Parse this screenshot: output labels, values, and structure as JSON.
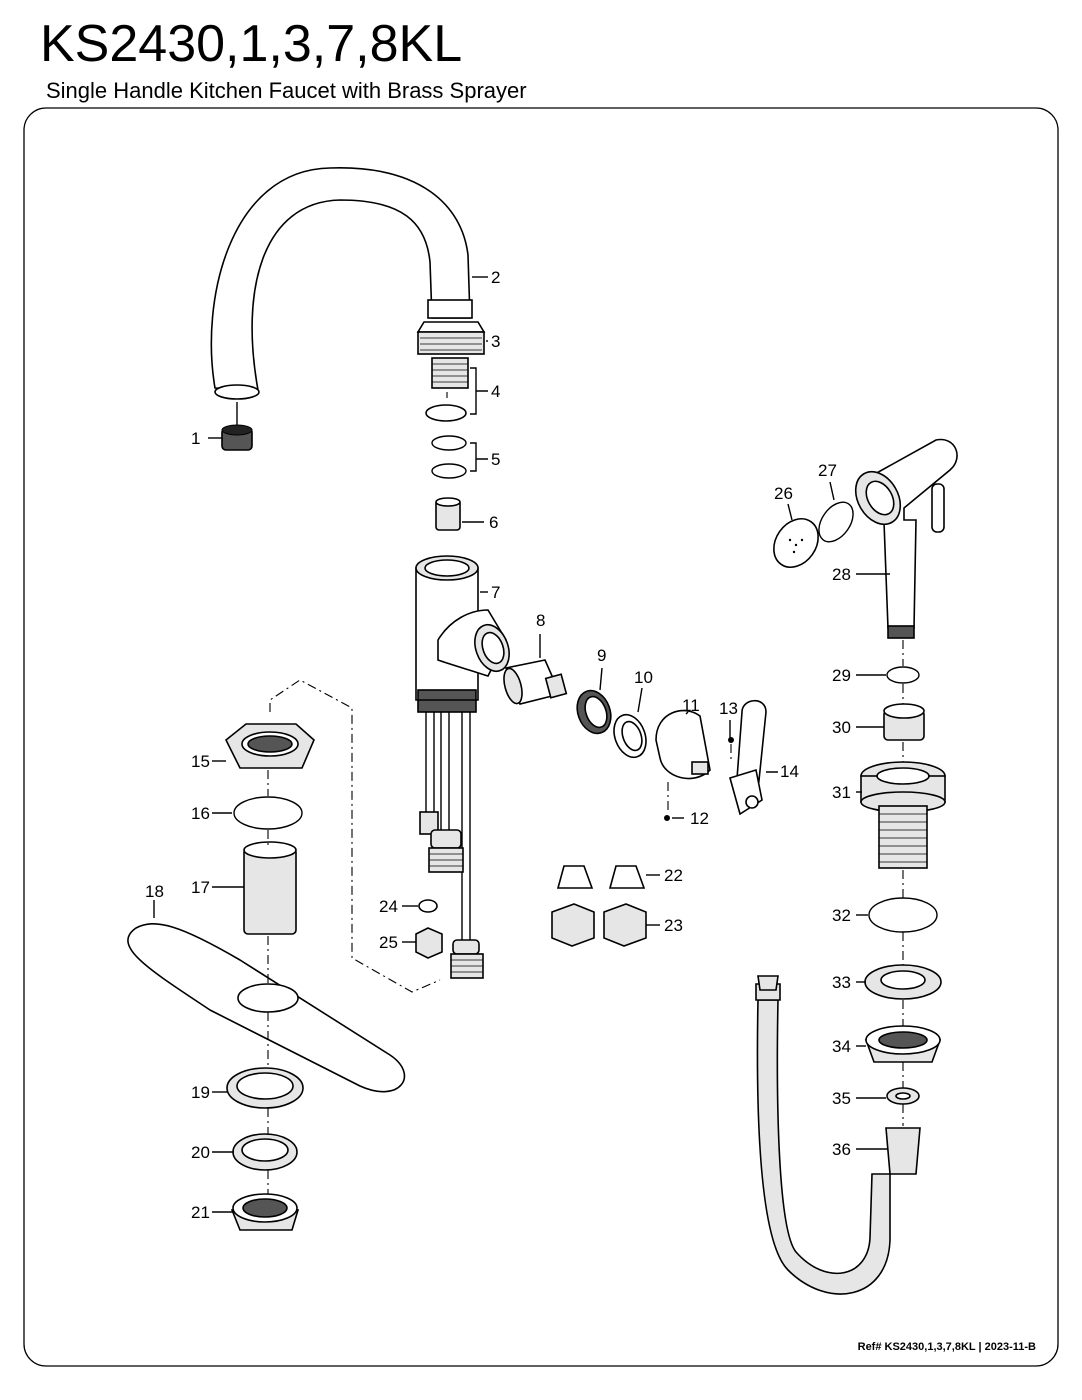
{
  "header": {
    "model": "KS2430,1,3,7,8KL",
    "description": "Single Handle Kitchen Faucet with Brass Sprayer"
  },
  "footer": {
    "reference": "Ref# KS2430,1,3,7,8KL | 2023-11-B"
  },
  "part_labels": {
    "p1": "1",
    "p2": "2",
    "p3": "3",
    "p4": "4",
    "p5": "5",
    "p6": "6",
    "p7": "7",
    "p8": "8",
    "p9": "9",
    "p10": "10",
    "p11": "11",
    "p12": "12",
    "p13": "13",
    "p14": "14",
    "p15": "15",
    "p16": "16",
    "p17": "17",
    "p18": "18",
    "p19": "19",
    "p20": "20",
    "p21": "21",
    "p22": "22",
    "p23": "23",
    "p24": "24",
    "p25": "25",
    "p26": "26",
    "p27": "27",
    "p28": "28",
    "p29": "29",
    "p30": "30",
    "p31": "31",
    "p32": "32",
    "p33": "33",
    "p34": "34",
    "p35": "35",
    "p36": "36"
  }
}
